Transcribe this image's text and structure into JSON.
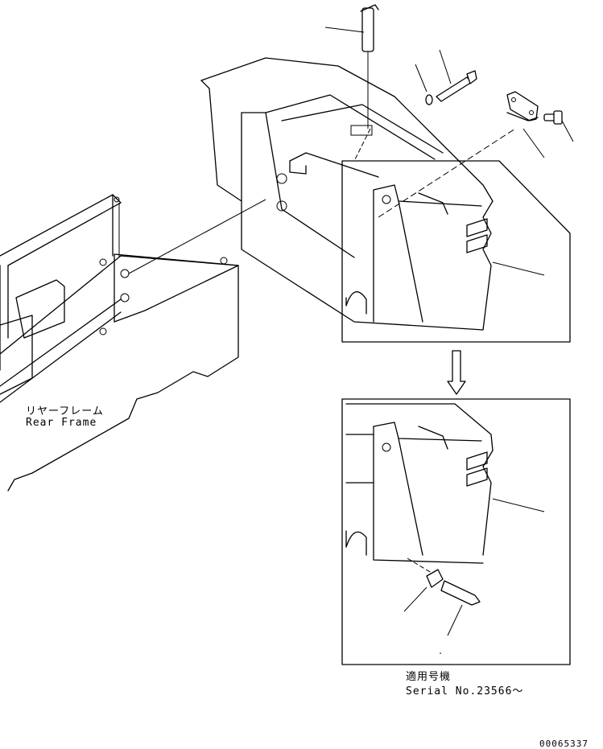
{
  "labels": {
    "rear_frame_jp": "リヤーフレーム",
    "rear_frame_en": "Rear Frame",
    "serial_jp": "適用号機",
    "serial_en": "Serial No.23566～",
    "drawing_number": "00065337"
  }
}
